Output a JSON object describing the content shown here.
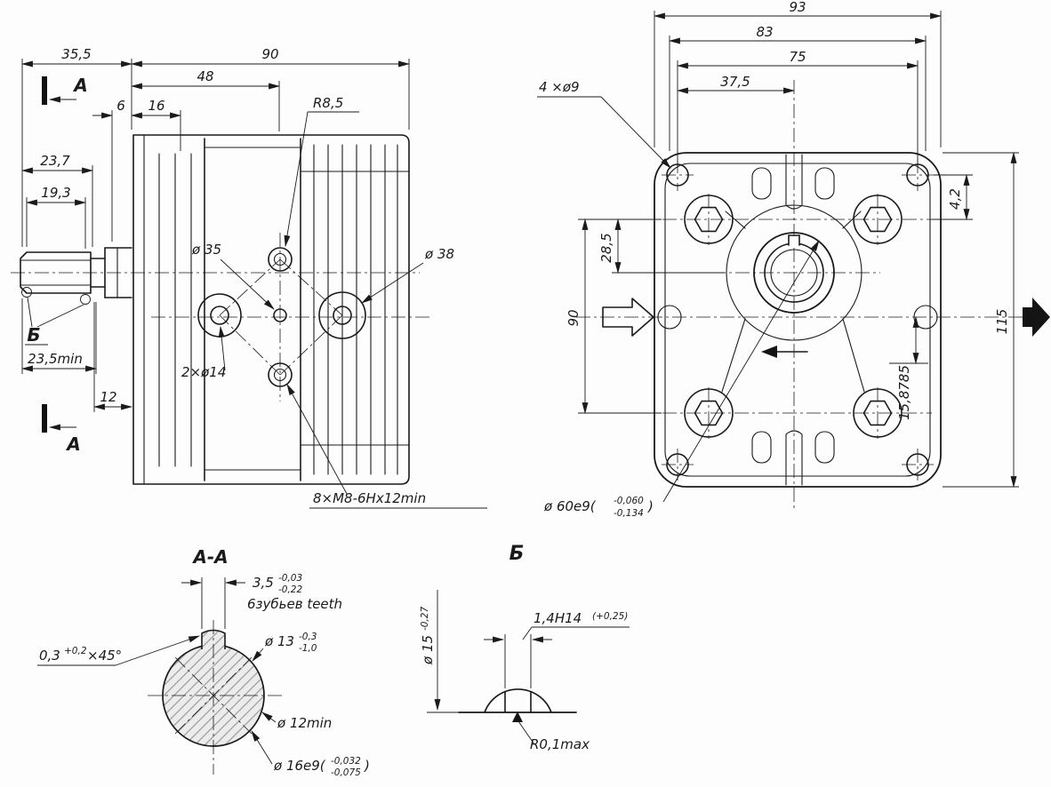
{
  "meta": {
    "bg_color": "#fdfdfd",
    "line_color": "#1a1a1a",
    "drawing_kind": "gear-pump-technical-drawing"
  },
  "side": {
    "a_top": "A",
    "a_bottom": "A",
    "d355": "35,5",
    "d90": "90",
    "d48": "48",
    "d6": "6",
    "d16": "16",
    "r85": "R8,5",
    "d237": "23,7",
    "d193": "19,3",
    "b_ref": "Б",
    "d235min": "23,5min",
    "d12": "12",
    "dia35": "ø 35",
    "dia38": "ø 38",
    "holes14": "2×ø14",
    "thread": "8×M8-6Hx12min"
  },
  "front": {
    "d93": "93",
    "d83": "83",
    "d75": "75",
    "d375": "37,5",
    "holes9": "4 ×ø9",
    "d285": "28,5",
    "d90v": "90",
    "d42": "4,2",
    "d115": "115",
    "d158785": "15,8785",
    "dia60": "ø 60e9(",
    "dia60_up": "-0,060",
    "dia60_low": "-0,134",
    "dia60_close": ")"
  },
  "aa": {
    "title": "A-A",
    "w": "3,5",
    "w_up": "-0,03",
    "w_low": "-0,22",
    "teeth": "6зубьев teeth",
    "ch": "0,3",
    "ch_up": "+0,2",
    "ch_ang": "×45°",
    "d13": "ø 13",
    "d13_up": "-0,3",
    "d13_low": "-1,0",
    "d12min": "ø 12min",
    "d16": "ø 16e9(",
    "d16_up": "-0,032",
    "d16_low": "-0,075",
    "d16_close": ")"
  },
  "b": {
    "title": "Б",
    "d15": "ø 15",
    "d15_tol": "-0,27",
    "kw": "1,4H14",
    "kw_tol": "(+0,25)",
    "r": "R0,1max"
  }
}
